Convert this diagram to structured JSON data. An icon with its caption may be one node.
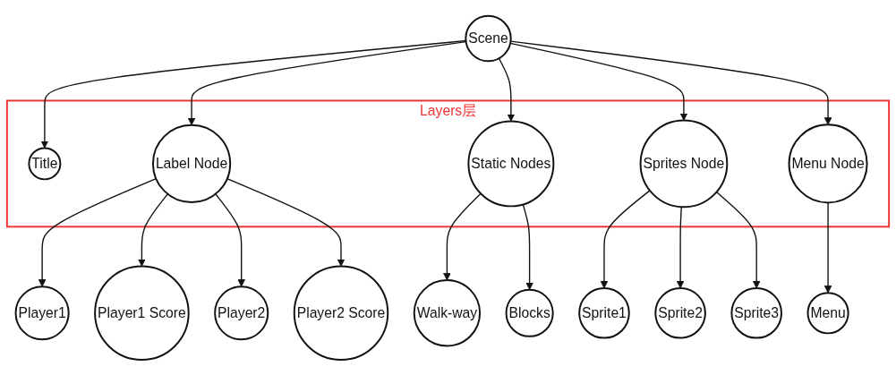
{
  "diagram": {
    "nodes": [
      {
        "text": [
          "Scene"
        ]
      },
      {
        "text": [
          "Layers层"
        ]
      },
      {
        "text": [
          "Title"
        ],
        "in": 1
      },
      {
        "text": [
          "Label Node"
        ],
        "in": 1
      },
      {
        "text": [
          "Static Nodes"
        ],
        "in": 1
      },
      {
        "text": [
          "Sprites Node"
        ],
        "in": 1
      },
      {
        "text": [
          "Menu Node"
        ],
        "in": 1
      },
      {
        "text": [
          "Walk-way"
        ]
      },
      {
        "text": [
          "Blocks"
        ]
      },
      {
        "text": [
          "Menu"
        ]
      },
      {
        "text": [
          "Player1"
        ]
      },
      {
        "text": [
          "Player1 Score"
        ]
      },
      {
        "text": [
          "Player2"
        ]
      },
      {
        "text": [
          "Player2 Score"
        ]
      },
      {
        "text": [
          "Sprite1"
        ]
      },
      {
        "text": [
          "Sprite2"
        ]
      },
      {
        "text": [
          "Sprite3"
        ]
      }
    ],
    "edges": [
      {
        "from": 0,
        "to": 2,
        "arrow": "to"
      },
      {
        "from": 0,
        "to": 3,
        "arrow": "to"
      },
      {
        "from": 0,
        "to": 4,
        "arrow": "to"
      },
      {
        "from": 0,
        "to": 5,
        "arrow": "to"
      },
      {
        "from": 0,
        "to": 6,
        "arrow": "to"
      },
      {
        "from": 4,
        "to": 7,
        "arrow": "to"
      },
      {
        "from": 4,
        "to": 8,
        "arrow": "to"
      },
      {
        "from": 6,
        "to": 9,
        "arrow": "to"
      },
      {
        "from": 3,
        "to": 10,
        "arrow": "to"
      },
      {
        "from": 3,
        "to": 11,
        "arrow": "to"
      },
      {
        "from": 3,
        "to": 12,
        "arrow": "to"
      },
      {
        "from": 3,
        "to": 13,
        "arrow": "to"
      },
      {
        "from": 5,
        "to": 14,
        "arrow": "to"
      },
      {
        "from": 5,
        "to": 15,
        "arrow": "to"
      },
      {
        "from": 5,
        "to": 16,
        "arrow": "to"
      }
    ]
  }
}
